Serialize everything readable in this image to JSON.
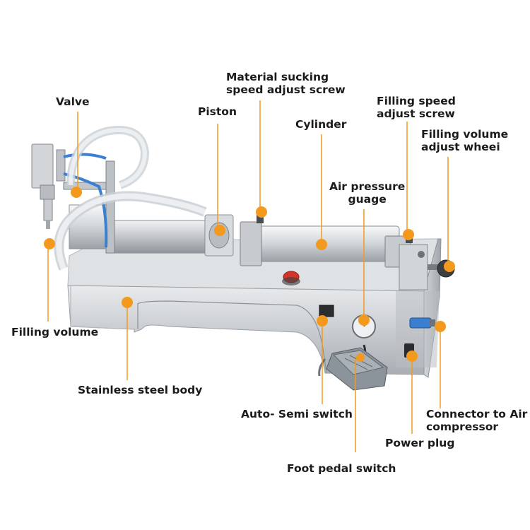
{
  "accent_color": "#f39a1e",
  "labels": {
    "valve": "Valve",
    "piston": "Piston",
    "material_sucking": [
      "Material sucking",
      "speed adjust screw"
    ],
    "cylinder": "Cylinder",
    "filling_speed": [
      "Filling speed",
      "adjust screw"
    ],
    "filling_volume_wheel": [
      "Filling volume",
      "adjust wheei"
    ],
    "air_pressure": [
      "Air pressure",
      "guage"
    ],
    "filling_volume": "Filling volume",
    "body": "Stainless steel body",
    "auto_semi": "Auto- Semi switch",
    "connector": [
      "Connector to Air",
      "compressor"
    ],
    "power_plug": "Power plug",
    "foot_pedal": "Foot pedal switch"
  }
}
